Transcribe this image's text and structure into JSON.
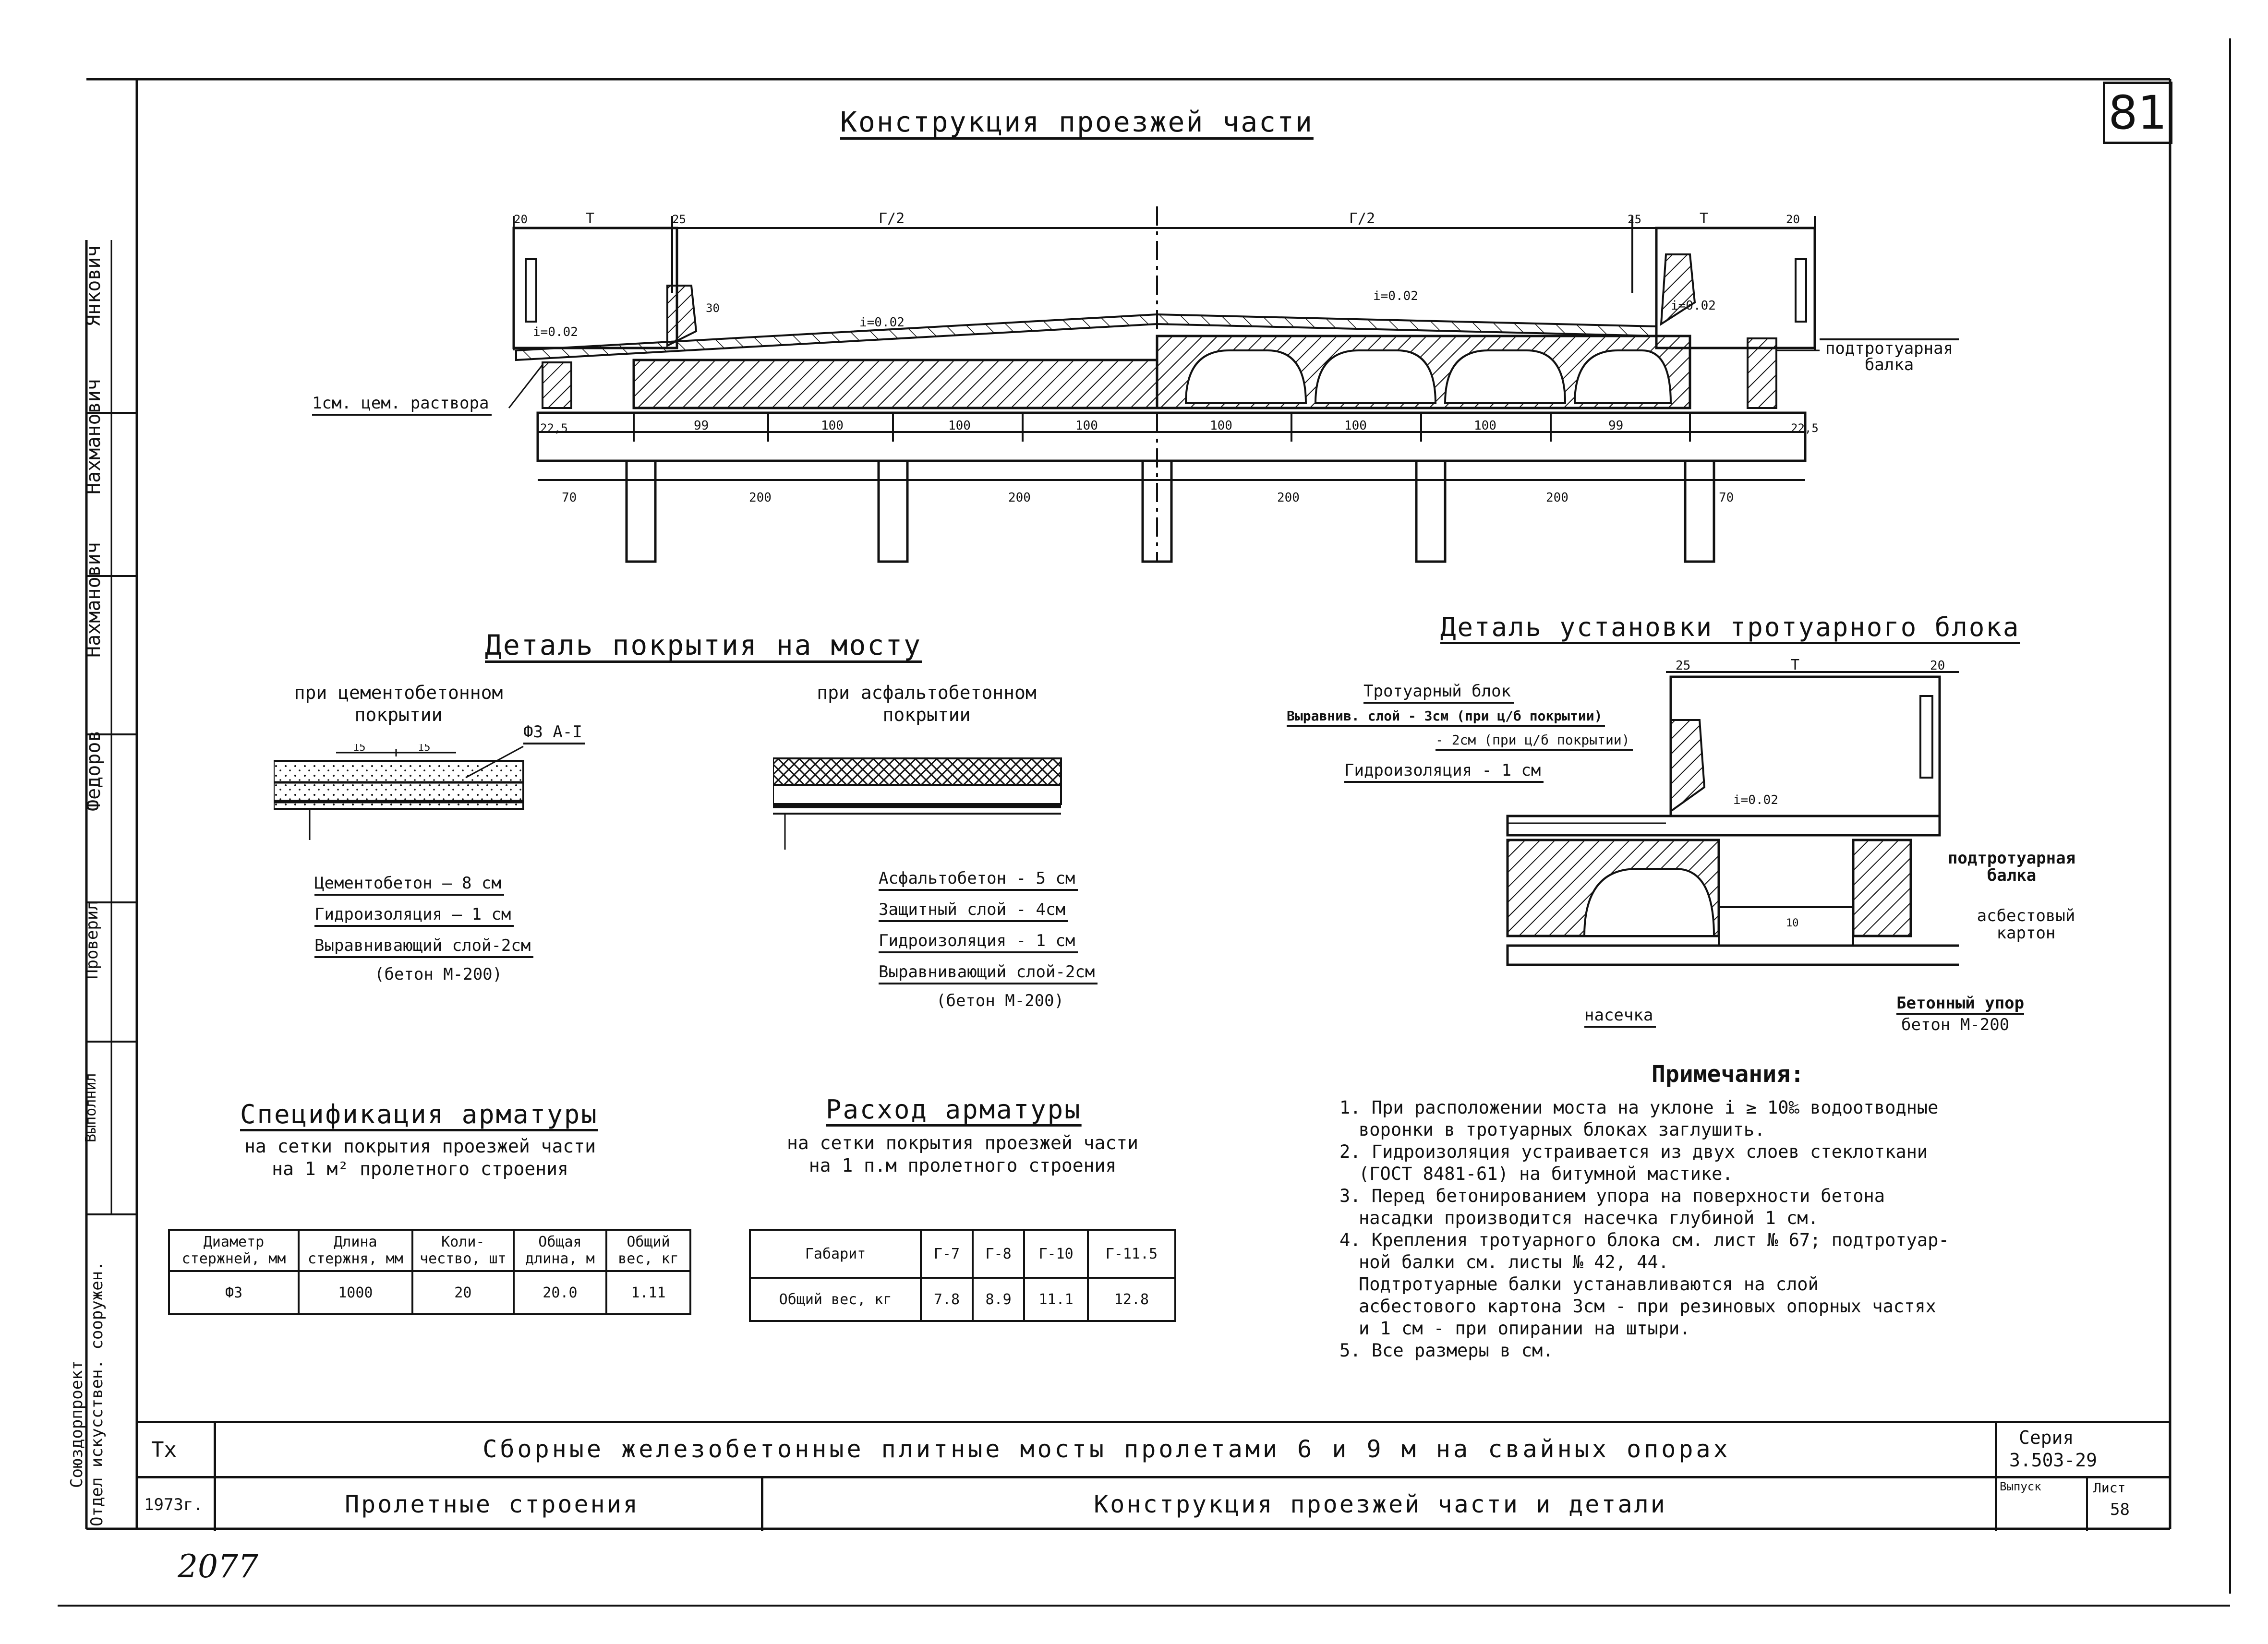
{
  "sheet_number": "81",
  "main_title": "Конструкция проезжей части",
  "cross_section": {
    "top_dims": [
      "20",
      "Т",
      "25",
      "Г/2",
      "Г/2",
      "25",
      "Т",
      "20"
    ],
    "slopes": [
      "i=0.02",
      "i=0.02",
      "i=0.02",
      "i=0.02"
    ],
    "curb_height": "30",
    "mortar_label": "1см. цем. раствора",
    "beam_label": "подтротуарная балка",
    "left_dim": "22,5",
    "right_dim": "22,5",
    "slab_dims": [
      "99",
      "100",
      "100",
      "100",
      "100",
      "100",
      "100",
      "99"
    ],
    "pile_dims": [
      "70",
      "200",
      "200",
      "200",
      "200",
      "70"
    ]
  },
  "pavement": {
    "title": "Деталь покрытия на мосту",
    "cement": {
      "caption": "при цементобетонном покрытии",
      "rebar": "Ф3 А-I",
      "spacing": [
        "15",
        "15"
      ],
      "layers": [
        "Цементобетон — 8 см",
        "Гидроизоляция — 1 см",
        "Выравнивающий слой-2см"
      ],
      "note": "(бетон М-200)"
    },
    "asphalt": {
      "caption": "при асфальтобетонном покрытии",
      "layers": [
        "Асфальтобетон - 5 см",
        "Защитный слой - 4см",
        "Гидроизоляция - 1 см",
        "Выравнивающий слой-2см"
      ],
      "note": "(бетон М-200)"
    }
  },
  "sidewalk": {
    "title": "Деталь установки тротуарного блока",
    "dims": [
      "25",
      "Т",
      "20"
    ],
    "slope": "i=0.02",
    "dim_10": "10",
    "labels": {
      "block": "Тротуарный блок",
      "level1": "Выравнив. слой - 3см (при ц/б покрытии)",
      "level2": "- 2см (при ц/б покрытии)",
      "waterproof": "Гидроизоляция - 1 см",
      "beam": "подтротуарная балка",
      "asbestos": "асбестовый картон",
      "notch": "насечка",
      "stop": "Бетонный упор",
      "stop2": "бетон М-200"
    }
  },
  "spec": {
    "title": "Спецификация арматуры",
    "sub1": "на сетки покрытия проезжей части",
    "sub2": "на 1 м² пролетного строения",
    "headers": [
      "Диаметр стержней, мм",
      "Длина стержня, мм",
      "Коли-чество, шт",
      "Общая длина, м",
      "Общий вес, кг"
    ],
    "row": [
      "Ф3",
      "1000",
      "20",
      "20.0",
      "1.11"
    ]
  },
  "consumption": {
    "title": "Расход арматуры",
    "sub1": "на сетки покрытия проезжей части",
    "sub2": "на 1 п.м пролетного строения",
    "headers": [
      "Габарит",
      "Г-7",
      "Г-8",
      "Г-10",
      "Г-11.5"
    ],
    "row": [
      "Общий вес, кг",
      "7.8",
      "8.9",
      "11.1",
      "12.8"
    ]
  },
  "notes": {
    "title": "Примечания:",
    "items": [
      "1. При расположении моста на уклоне i ≥ 10‰ водоотводные",
      "воронки в тротуарных блоках заглушить.",
      "2. Гидроизоляция устраивается из двух слоев стеклоткани",
      "(ГОСТ 8481-61) на битумной мастике.",
      "3. Перед бетонированием упора на поверхности бетона",
      "насадки производится насечка глубиной 1 см.",
      "4. Крепления тротуарного блока см. лист № 67; подтротуар-",
      "ной балки см. листы № 42, 44.",
      "Подтротуарные балки устанавливаются на слой",
      "асбестового картона 3см - при резиновых опорных частях",
      "и 1 см - при опирании на штыри.",
      "5. Все размеры в см."
    ]
  },
  "stamp": {
    "tx": "Тх",
    "year": "1973г.",
    "project": "Сборные железобетонные плитные мосты пролетами 6 и 9 м на свайных опорах",
    "section": "Пролетные строения",
    "sheet_title": "Конструкция проезжей части и детали",
    "series_label": "Серия",
    "series": "3.503-29",
    "issue_label": "Выпуск",
    "sheet_label": "Лист",
    "sheet": "58"
  },
  "side_stamp": {
    "names": [
      "Янкович",
      "Нахманович",
      "Нахманович",
      "Федоров",
      "Проверил",
      "Выполнил"
    ],
    "org": "Союздорпроект",
    "org2": "Отдел искусствен. сооружен."
  },
  "archive_number": "2077"
}
